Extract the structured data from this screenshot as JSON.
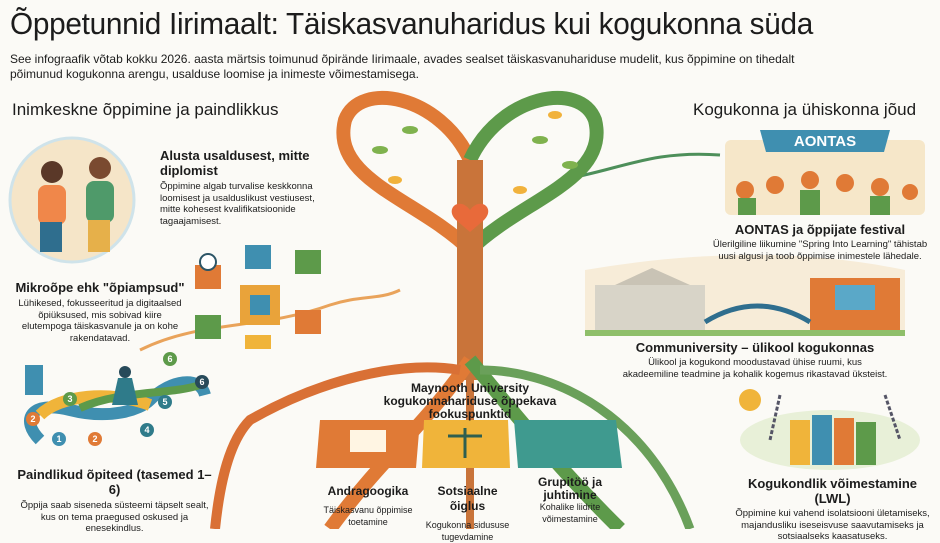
{
  "title": "Õppetunnid Iirimaalt: Täiskasvanuharidus kui kogukonna süda",
  "subtitle": "See infograafik võtab kokku 2026. aasta märtsis toimunud õpirände Iirimaale, avades sealset täiskasvanuhariduse mudelit, kus õppimine on tihedalt põimunud kogukonna arengu, usalduse loomise ja inimeste võimestamisega.",
  "left_section": {
    "heading": "Inimkeskne õppimine ja paindlikkus",
    "items": [
      {
        "title": "Alusta usaldusest, mitte diplomist",
        "desc": "Õppimine algab turvalise keskkonna loomisest ja usalduslikust vestiusest, mitte kohesest kvalifikatsioonide tagaajamisest."
      },
      {
        "title": "Mikroõpe ehk \"õpiampsud\"",
        "desc": "Lühikesed, fokusseeritud ja digitaalsed õpiüksused, mis sobivad kiire elutempoga täiskasvanule ja on kohe rakendatavad."
      },
      {
        "title": "Paindlikud õpiteed (tasemed 1–6)",
        "desc": "Õppija saab siseneda süsteemi täpselt sealt, kus on tema praegused oskused ja enesekindlus."
      }
    ],
    "path_levels": [
      "1",
      "2",
      "2",
      "3",
      "4",
      "5",
      "6",
      "6"
    ]
  },
  "center": {
    "heading": "Maynooth University kogukonnahariduse õppekava fookuspunktid",
    "cards": [
      {
        "title": "Andragoogika",
        "desc": "Täiskasvanu õppimise toetamine",
        "color": "#e07a36"
      },
      {
        "title": "Sotsiaalne õiglus",
        "desc": "Kogukonna sidususe tugevdamine",
        "color": "#f0b43a"
      },
      {
        "title": "Grupitöö ja juhtimine",
        "desc": "Kohalike liidrite võimestamine",
        "color": "#3f9a8f"
      }
    ]
  },
  "right_section": {
    "heading": "Kogukonna ja ühiskonna jõud",
    "banner": "AONTAS",
    "items": [
      {
        "title": "AONTAS ja õppijate festival",
        "desc": "Ülerilgiline liikumine \"Spring Into Learning\" tähistab uusi algusi ja toob õppimise inimestele lähedale."
      },
      {
        "title": "Communiversity – ülikool kogukonnas",
        "desc": "Ülikool ja kogukond moodustavad ühise ruumi, kus akadeemiline teadmine ja kohalik kogemus rikastavad üksteist."
      },
      {
        "title": "Kogukondlik võimestamine (LWL)",
        "desc": "Õppimine kui vahend isolatsiooni ületamiseks, majandusliku iseseisvuse saavutamiseks ja sotsiaalseks kaasatuseks."
      }
    ]
  }
}
